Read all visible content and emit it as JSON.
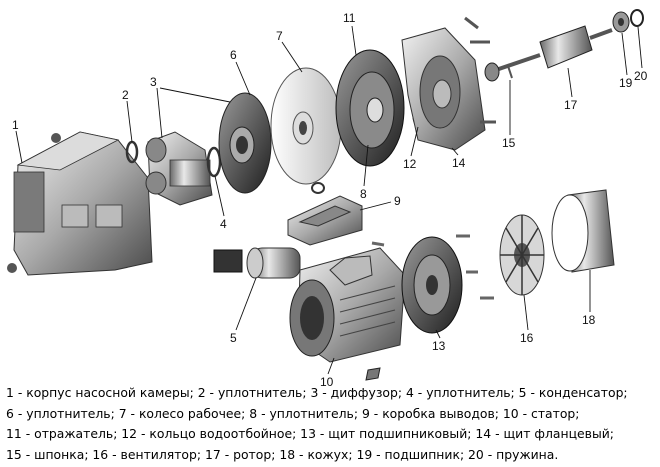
{
  "labels": {
    "l1": "1",
    "l2": "2",
    "l3": "3",
    "l4": "4",
    "l5": "5",
    "l6": "6",
    "l7": "7",
    "l8": "8",
    "l9": "9",
    "l10": "10",
    "l11": "11",
    "l12": "12",
    "l13": "13",
    "l14": "14",
    "l15": "15",
    "l16": "16",
    "l17": "17",
    "l18": "18",
    "l19": "19",
    "l20": "20"
  },
  "legend": {
    "lines": [
      "1 - корпус насосной камеры; 2 - уплотнитель; 3 - диффузор; 4 - уплотнитель; 5 - конденсатор;",
      "6 - уплотнитель; 7 - колесо рабочее; 8 - уплотнитель; 9 - коробка выводов; 10 - статор;",
      "11 - отражатель; 12 - кольцо водоотбойное; 13 - щит подшипниковый; 14 - щит фланцевый;",
      "15 - шпонка; 16 - вентилятор; 17 - ротор; 18 - кожух; 19 - подшипник; 20 - пружина."
    ]
  }
}
